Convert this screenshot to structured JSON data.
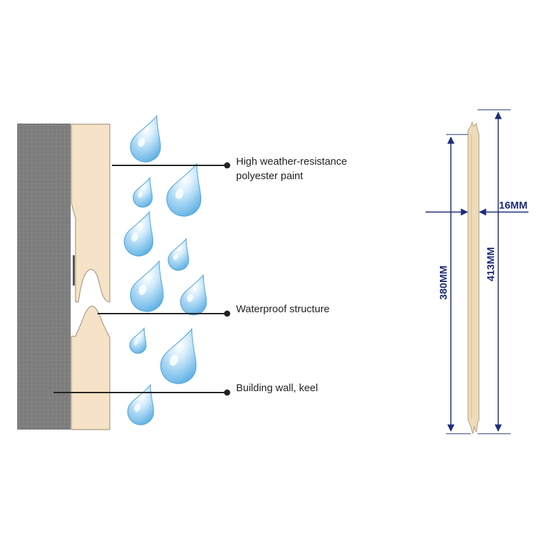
{
  "callouts": [
    {
      "id": "paint",
      "lines": [
        "High weather-resistance",
        "polyester paint"
      ]
    },
    {
      "id": "waterproof",
      "lines": [
        "Waterproof structure"
      ]
    },
    {
      "id": "wall",
      "lines": [
        "Building wall, keel"
      ]
    }
  ],
  "dimensions": {
    "width_label": "16MM",
    "inner_length_label": "380MM",
    "total_length_label": "413MM"
  },
  "colors": {
    "wall": "#7f7f7f",
    "panel": "#f6e2c6",
    "panel_outline": "#a89a88",
    "profile": "#eedcb9",
    "dimension": "#1f2d7a",
    "callout_line": "#222222",
    "droplet": "#7cc3ec"
  },
  "icons": {
    "droplet": "water-droplet-icon",
    "arrow": "dimension-arrow-icon"
  }
}
